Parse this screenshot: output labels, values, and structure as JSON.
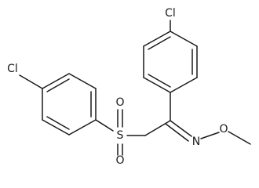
{
  "molecule": {
    "atoms": {
      "cl_right": "Cl",
      "cl_left": "Cl",
      "sulfur": "S",
      "oxygen_top": "O",
      "oxygen_bottom": "O",
      "nitrogen": "N",
      "oxygen_ether": "O"
    }
  },
  "colors": {
    "bond": "#1a1a1a",
    "label": "#1a1a1a",
    "background": "#ffffff"
  }
}
